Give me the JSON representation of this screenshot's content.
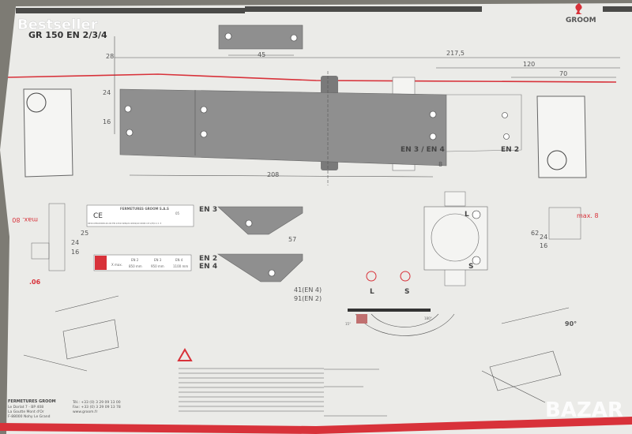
{
  "watermarks": {
    "top_left": "Bestseller",
    "bottom_right": "BAZAR"
  },
  "header": {
    "model": "GR 150 EN 2/3/4",
    "brand": "GROOM"
  },
  "dimensions": {
    "top_plate_spacing": "45",
    "top_offset": "28",
    "hole_offset": "24",
    "hole_spacing": "16",
    "length_208": "208",
    "length_217": "217,5",
    "length_120": "120",
    "length_70": "70",
    "edge_8": "8",
    "bracket_57": "57",
    "bracket_en4": "41(EN 4)",
    "bracket_en2": "91(EN 2)"
  },
  "labels": {
    "en34": "EN 3 /  EN 4",
    "en2": "EN 2",
    "bracket_en3": "EN 3",
    "bracket_en2": "EN 2",
    "bracket_en4": "EN 4"
  },
  "left_mount": {
    "max": "max. 80",
    "d1": "25",
    "d2": "24",
    "d3": "16",
    "angle": ".06"
  },
  "right_mount": {
    "max": "max. 8",
    "d1": "62",
    "d2": "24",
    "d3": "16",
    "angle": "90°"
  },
  "ce_table": {
    "mark": "CE",
    "company": "FERMETURES GROOM S.A.S",
    "number": "05",
    "row": "0432-CPR-00029-42-02  EN 1154:1996/A1:2002/AC:2006  4 8 2/3/4 1 1 3"
  },
  "xmax_table": {
    "label": "X max.",
    "headers": [
      "EN 2",
      "EN 3",
      "EN 4"
    ],
    "values": [
      "850 mm",
      "950 mm",
      "1100 mm"
    ]
  },
  "valves": {
    "latch": "L",
    "swing": "S",
    "angle_start": "15°",
    "angle_end": "180°"
  },
  "footer": {
    "company": "FERMETURES GROOM",
    "address": [
      "Le Dorlat 7 - BP 408",
      "La Goutte Mont d'Or",
      "F-88000 Nohy Le Grand"
    ],
    "contact": [
      "Tél.: +33 (0) 3 29 09 13 00",
      "Fax: +33 (0) 3 29 09 13 78",
      "www.groom.fr"
    ]
  },
  "colors": {
    "accent": "#d8323a",
    "paper": "#ebebe8",
    "body": "#8f8f8f"
  }
}
